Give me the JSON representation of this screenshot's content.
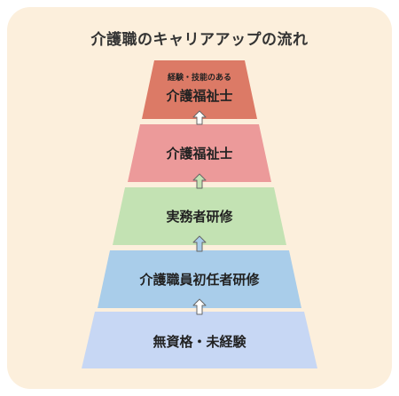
{
  "title": "介護職のキャリアアップの流れ",
  "levels": [
    {
      "sub": "経験・技能のある",
      "label": "介護福祉士",
      "fill": "#dc7a66"
    },
    {
      "label": "介護福祉士",
      "fill": "#ec9a9a"
    },
    {
      "label": "実務者研修",
      "fill": "#c3e2b3"
    },
    {
      "label": "介護職員初任者研修",
      "fill": "#a9cdea"
    },
    {
      "label": "無資格・未経験",
      "fill": "#c7d7f4"
    }
  ],
  "arrow_fills": [
    "#ffffff",
    "#c3e2b3",
    "#a9cdea",
    "#ffffff"
  ],
  "colors": {
    "card_bg": "#fcefdc",
    "arrow_stroke": "#666666"
  }
}
